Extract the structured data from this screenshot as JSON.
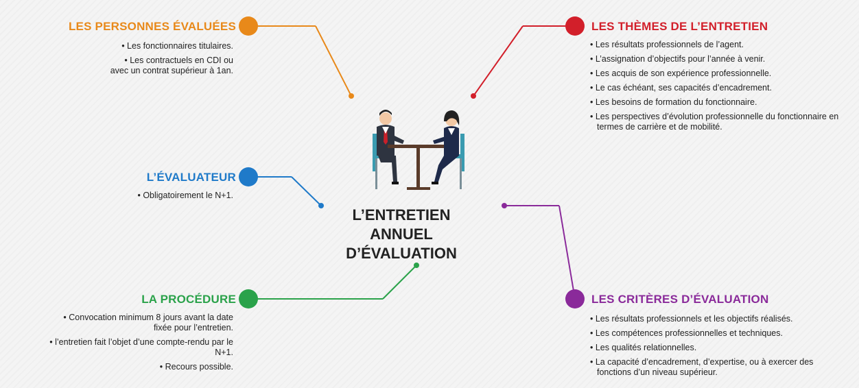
{
  "center_title": [
    "L’ENTRETIEN ANNUEL",
    "D’ÉVALUATION"
  ],
  "colors": {
    "orange": "#e8891a",
    "red": "#d21f2a",
    "blue": "#1f7ac9",
    "green": "#2aa24a",
    "purple": "#8a2a9a",
    "text": "#222222"
  },
  "sections": {
    "personnes": {
      "title": "LES PERSONNES ÉVALUÉES",
      "items": [
        "Les fonctionnaires titulaires.",
        "Les contractuels en CDI ou avec un contrat  supérieur à 1an."
      ]
    },
    "themes": {
      "title": "LES THÈMES DE L’ENTRETIEN",
      "items": [
        "Les résultats professionnels de l’agent.",
        "L’assignation d’objectifs pour l’année à venir.",
        "Les acquis de son expérience professionnelle.",
        "Le cas échéant, ses capacités d’encadrement.",
        "Les besoins de formation du fonctionnaire.",
        "Les perspectives d’évolution professionnelle du fonctionnaire en termes de carrière et de mobilité."
      ]
    },
    "evaluateur": {
      "title": "L’ÉVALUATEUR",
      "items": [
        "Obligatoirement le N+1."
      ]
    },
    "procedure": {
      "title": "LA PROCÉDURE",
      "items": [
        "Convocation minimum 8 jours avant la date fixée pour l’entretien.",
        "l’entretien fait l’objet d’une compte-rendu par le N+1.",
        "Recours possible."
      ]
    },
    "criteres": {
      "title": "LES CRITÈRES D’ÉVALUATION",
      "items": [
        "Les résultats professionnels et les objectifs réalisés.",
        "Les compétences professionnelles et techniques.",
        "Les qualités relationnelles.",
        "La capacité d’encadrement, d’expertise, ou à exercer des fonctions d’un niveau supérieur."
      ]
    }
  }
}
